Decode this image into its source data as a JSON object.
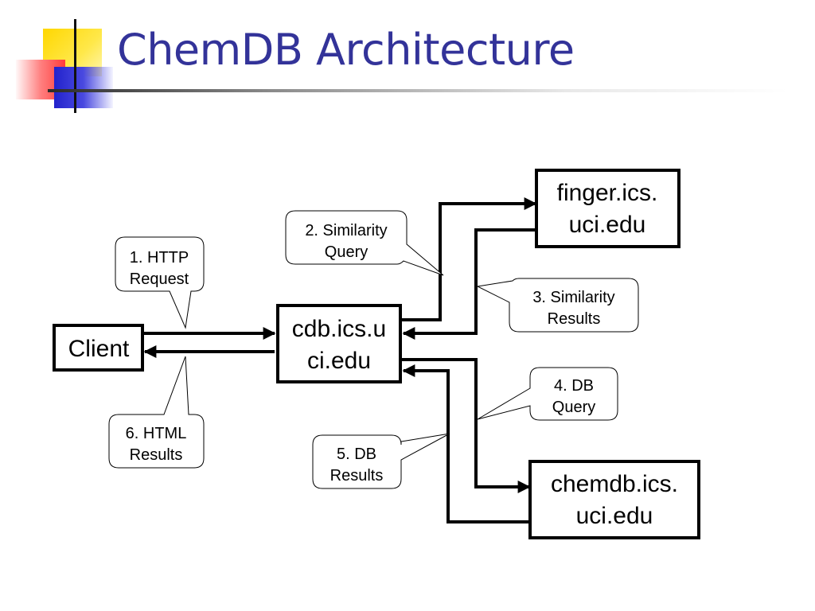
{
  "slide": {
    "title": "ChemDB Architecture"
  },
  "nodes": {
    "client": {
      "label": "Client"
    },
    "cdb": {
      "line1": "cdb.ics.u",
      "line2": "ci.edu"
    },
    "finger": {
      "line1": "finger.ics.",
      "line2": "uci.edu"
    },
    "chemdb": {
      "line1": "chemdb.ics.",
      "line2": "uci.edu"
    }
  },
  "callouts": {
    "http_request": {
      "line1": "1. HTTP",
      "line2": "Request"
    },
    "similarity_query": {
      "line1": "2. Similarity",
      "line2": "Query"
    },
    "similarity_results": {
      "line1": "3. Similarity",
      "line2": "Results"
    },
    "db_query": {
      "line1": "4. DB",
      "line2": "Query"
    },
    "db_results": {
      "line1": "5. DB",
      "line2": "Results"
    },
    "html_results": {
      "line1": "6. HTML",
      "line2": "Results"
    }
  },
  "colors": {
    "title": "#333399",
    "ink": "#000000"
  }
}
